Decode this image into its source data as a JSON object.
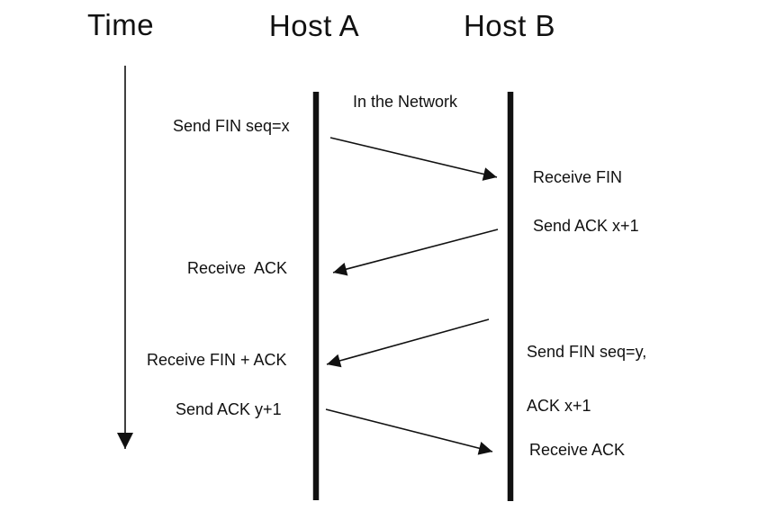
{
  "headers": {
    "time": "Time",
    "host_a": "Host A",
    "host_b": "Host B"
  },
  "network_label": "In the Network",
  "host_a_events": [
    {
      "label": "Send FIN seq=x"
    },
    {
      "label": "Receive  ACK"
    },
    {
      "label": "Receive FIN + ACK"
    },
    {
      "label": "Send ACK y+1"
    }
  ],
  "host_b_events": [
    {
      "label": "Receive FIN"
    },
    {
      "label": "Send ACK x+1"
    },
    {
      "label": "Send FIN seq=y,",
      "label_line2": "ACK x+1"
    },
    {
      "label": "Receive ACK"
    }
  ],
  "messages": [
    {
      "from": "Host A",
      "to": "Host B",
      "carries": "Send FIN seq=x"
    },
    {
      "from": "Host B",
      "to": "Host A",
      "carries": "Send ACK x+1"
    },
    {
      "from": "Host B",
      "to": "Host A",
      "carries": "Send FIN seq=y, ACK x+1"
    },
    {
      "from": "Host A",
      "to": "Host B",
      "carries": "Send ACK y+1"
    }
  ],
  "colors": {
    "ink": "#111111",
    "background": "#ffffff"
  }
}
